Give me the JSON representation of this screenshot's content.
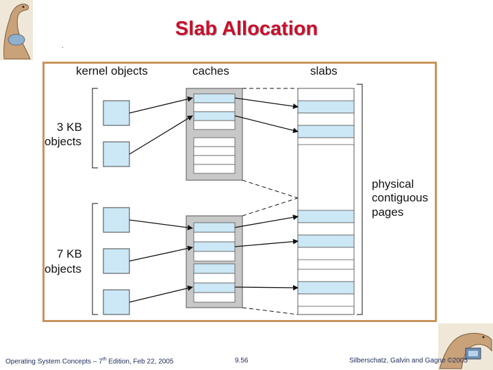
{
  "title": "Slab Allocation",
  "column_headers": {
    "kernel_objects": "kernel objects",
    "caches": "caches",
    "slabs": "slabs"
  },
  "group_labels": {
    "kb3_line1": "3 KB",
    "kb3_line2": "objects",
    "kb7_line1": "7 KB",
    "kb7_line2": "objects"
  },
  "pages_label": {
    "line1": "physical",
    "line2": "contiguous",
    "line3": "pages"
  },
  "footer": {
    "left_prefix": "Operating System Concepts – 7",
    "left_sup": "th",
    "left_suffix": " Edition, Feb 22, 2005",
    "page_number": "9.56",
    "copyright": "Silberschatz, Galvin and Gagne ©2005"
  },
  "colors": {
    "title": "#c8102e",
    "frame_border": "#c8935a",
    "object_fill": "#cce7f5",
    "cache_fill": "#c8c8c8",
    "footer_text": "#1c2a5a"
  }
}
